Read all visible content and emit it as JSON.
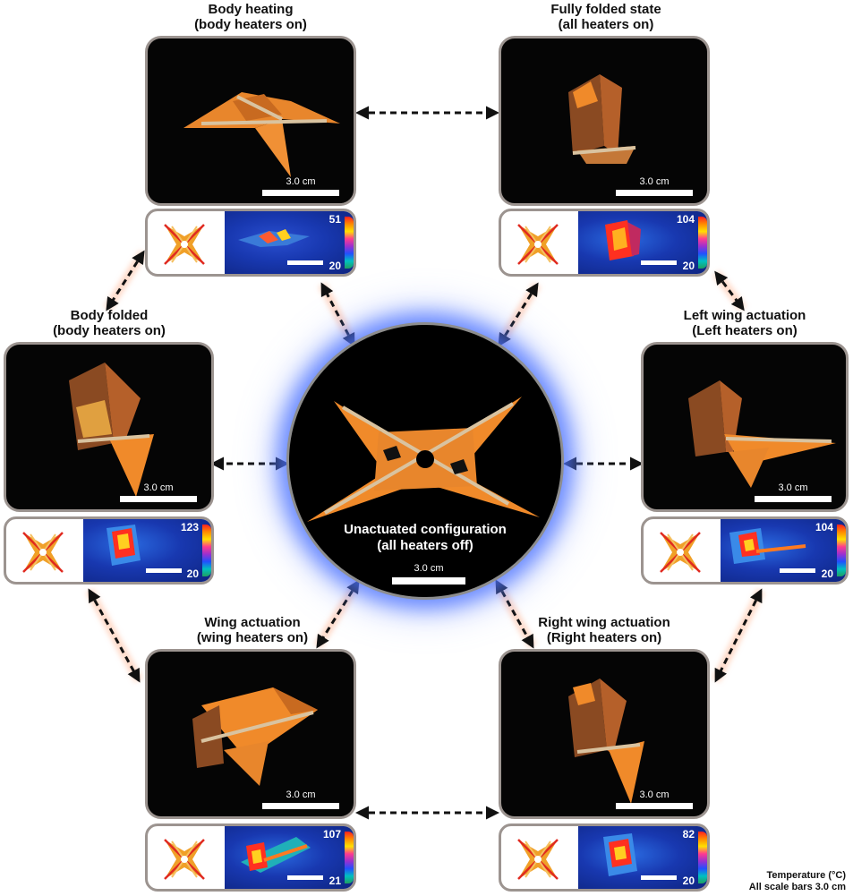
{
  "center": {
    "title": "Unactuated configuration",
    "subtitle": "(all heaters off)",
    "scale_label": "3.0 cm"
  },
  "panels": [
    {
      "id": "body-heating",
      "title": "Body heating",
      "subtitle": "(body heaters on)",
      "scale_label": "3.0 cm",
      "temp_max": "51",
      "temp_min": "20"
    },
    {
      "id": "fully-folded",
      "title": "Fully folded state",
      "subtitle": "(all heaters on)",
      "scale_label": "3.0 cm",
      "temp_max": "104",
      "temp_min": "20"
    },
    {
      "id": "left-wing",
      "title": "Left wing actuation",
      "subtitle": "(Left heaters on)",
      "scale_label": "3.0 cm",
      "temp_max": "104",
      "temp_min": "20"
    },
    {
      "id": "right-wing",
      "title": "Right wing actuation",
      "subtitle": "(Right heaters on)",
      "scale_label": "3.0 cm",
      "temp_max": "82",
      "temp_min": "20"
    },
    {
      "id": "wing-actuation",
      "title": "Wing actuation",
      "subtitle": "(wing heaters on)",
      "scale_label": "3.0 cm",
      "temp_max": "107",
      "temp_min": "21"
    },
    {
      "id": "body-folded",
      "title": "Body folded",
      "subtitle": "(body heaters on)",
      "scale_label": "3.0 cm",
      "temp_max": "123",
      "temp_min": "20"
    }
  ],
  "footer": {
    "line1": "Temperature (°C)",
    "line2": "All scale bars 3.0 cm"
  },
  "colors": {
    "origami": "#f08a2a",
    "frame": "#9c9490",
    "glow": "#4a6cff",
    "arrow": "#111111"
  }
}
